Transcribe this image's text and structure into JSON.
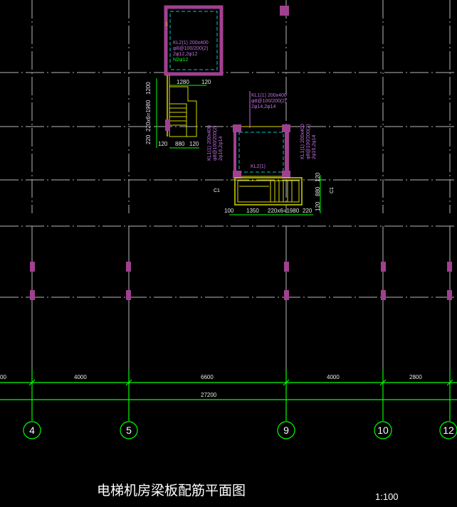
{
  "colors": {
    "background": "#000000",
    "grid": "#b8b8b8",
    "dimension": "#00ff00",
    "column": "#a0408f",
    "beam": "#d8d800",
    "beam_label": "#c070e0",
    "slab_outline": "#00c8c8",
    "text": "#ffffff",
    "dim_text": "#e8e8e8"
  },
  "labels": {
    "kl2_top_line1": "KL2(1) 200x400",
    "kl2_top_line2": "φ8@100/200(2)",
    "kl2_top_line3": "2φ12,2φ12",
    "kl2_top_line4": "N2φ12",
    "kl1_line1": "KL1(1) 200x400",
    "kl1_line2": "φ8@100/200(2)",
    "kl1_line3": "2φ14,2φ14",
    "kl1_left_line1": "KL1(1) 200x400",
    "kl1_left_line2": "φ8@100/200(2)",
    "kl1_left_line3": "2φ16,2φ14",
    "kl1_right_line1": "KL1(1) 200x400",
    "kl1_right_line2": "φ8@100/200(2)",
    "kl1_right_line3": "2φ16,2φ14",
    "kl2_inner": "KL2(1)",
    "tag_1": "1",
    "section_mark_left": "C1",
    "section_mark_right": "C1"
  },
  "stair_dims": {
    "top_1280": "1280",
    "top_120": "120",
    "side_1200": "1200",
    "side_220x6": "220x6=1980",
    "side_220": "220",
    "bottom_120": "120",
    "bottom_880": "880",
    "bottom_120b": "120",
    "r_120": "120",
    "r_880": "880",
    "r_120b": "120",
    "b_100": "100",
    "b_1350": "1350",
    "b_220x6": "220x6=1980",
    "b_220": "220"
  },
  "dimensions": {
    "spans": [
      "4000",
      "6600",
      "4000",
      "2800"
    ],
    "left_partial": "00",
    "total": "27200"
  },
  "axes": [
    "4",
    "5",
    "9",
    "10",
    "12"
  ],
  "title": "电梯机房梁板配筋平面图",
  "scale": "1:100"
}
